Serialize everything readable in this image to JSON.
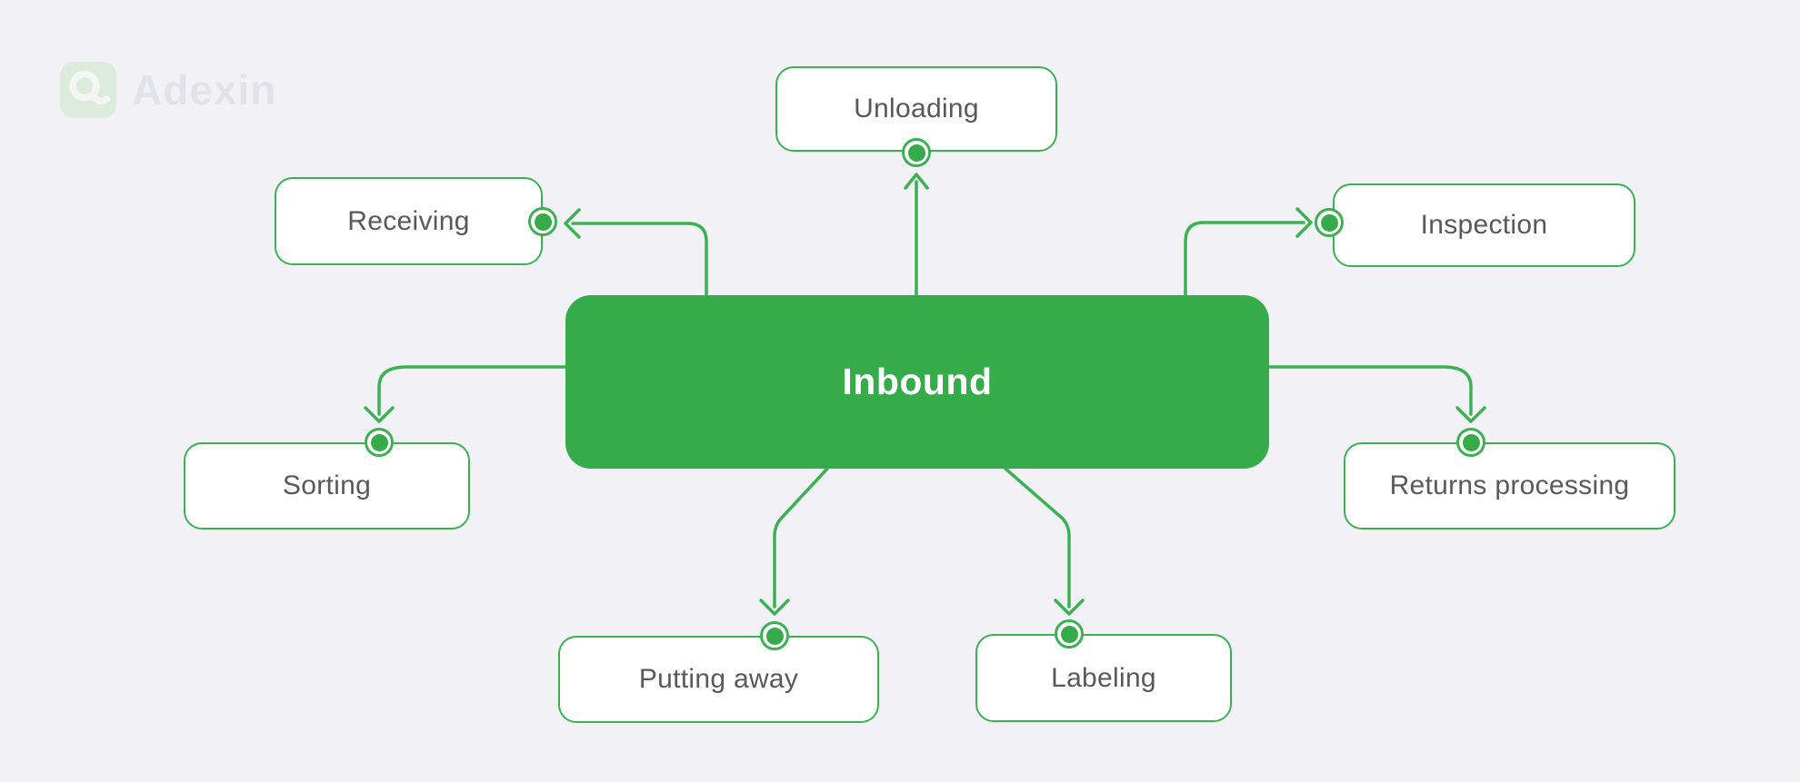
{
  "colors": {
    "background": "#f2f2f6",
    "accent_green": "#35ab4a",
    "line_green": "#3bb154",
    "label_gray": "#58595b",
    "logo_tile": "#dcebdb",
    "logo_glyph": "#f3f6f3",
    "logo_text": "#e2e3e8",
    "node_fill": "#ffffff"
  },
  "logo": {
    "brand": "Adexin",
    "icon": "adexin-a-icon"
  },
  "diagram": {
    "center": {
      "id": "inbound",
      "label": "Inbound"
    },
    "nodes": [
      {
        "id": "unloading",
        "label": "Unloading"
      },
      {
        "id": "receiving",
        "label": "Receiving"
      },
      {
        "id": "inspection",
        "label": "Inspection"
      },
      {
        "id": "sorting",
        "label": "Sorting"
      },
      {
        "id": "returns-processing",
        "label": "Returns processing"
      },
      {
        "id": "putting-away",
        "label": "Putting away"
      },
      {
        "id": "labeling",
        "label": "Labeling"
      }
    ],
    "connections": [
      {
        "from": "inbound",
        "to": "unloading"
      },
      {
        "from": "inbound",
        "to": "receiving"
      },
      {
        "from": "inbound",
        "to": "inspection"
      },
      {
        "from": "inbound",
        "to": "sorting"
      },
      {
        "from": "inbound",
        "to": "returns-processing"
      },
      {
        "from": "inbound",
        "to": "putting-away"
      },
      {
        "from": "inbound",
        "to": "labeling"
      }
    ]
  }
}
